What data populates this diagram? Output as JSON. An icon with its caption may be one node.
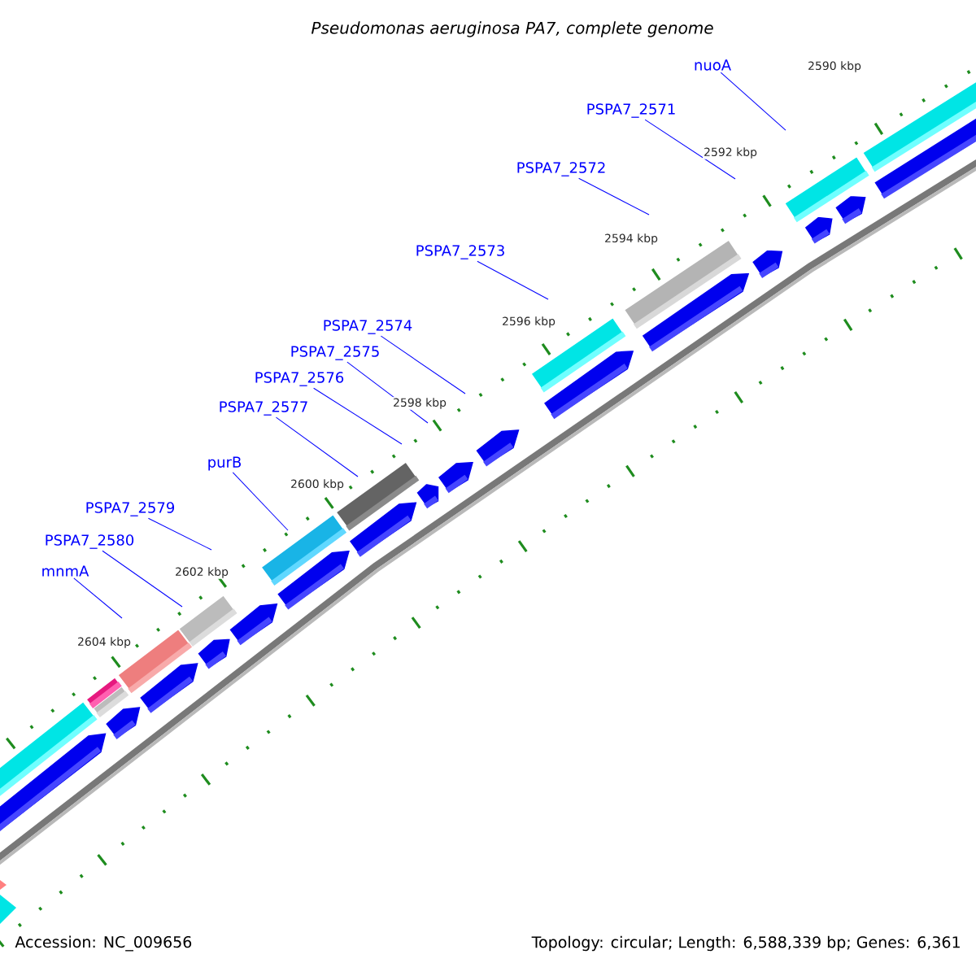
{
  "diagram": {
    "title": "Pseudomonas aeruginosa PA7, complete genome",
    "nodes": [
      {
        "text": [
          "nuoA"
        ]
      },
      {
        "text": [
          "PSPA7_2571"
        ]
      },
      {
        "text": [
          "PSPA7_2572"
        ]
      },
      {
        "text": [
          "PSPA7_2573"
        ]
      },
      {
        "text": [
          "PSPA7_2574"
        ]
      },
      {
        "text": [
          "PSPA7_2575"
        ]
      },
      {
        "text": [
          "PSPA7_2576"
        ]
      },
      {
        "text": [
          "PSPA7_2577"
        ]
      },
      {
        "text": [
          "purB"
        ]
      },
      {
        "text": [
          "PSPA7_2579"
        ]
      },
      {
        "text": [
          "PSPA7_2580"
        ]
      },
      {
        "text": [
          "mnmA"
        ]
      }
    ],
    "edges": [
      {
        "from": 0,
        "to": null,
        "arrow": "none"
      },
      {
        "from": 1,
        "to": null,
        "arrow": "none"
      },
      {
        "from": 2,
        "to": null,
        "arrow": "none"
      },
      {
        "from": 3,
        "to": null,
        "arrow": "none"
      },
      {
        "from": 4,
        "to": null,
        "arrow": "none"
      },
      {
        "from": 5,
        "to": null,
        "arrow": "none"
      },
      {
        "from": 6,
        "to": null,
        "arrow": "none"
      },
      {
        "from": 7,
        "to": null,
        "arrow": "none"
      },
      {
        "from": 8,
        "to": null,
        "arrow": "none"
      },
      {
        "from": 9,
        "to": null,
        "arrow": "none"
      },
      {
        "from": 10,
        "to": null,
        "arrow": "none"
      },
      {
        "from": 11,
        "to": null,
        "arrow": "none"
      }
    ],
    "labels": [
      "2590 kbp",
      "2592 kbp",
      "2594 kbp",
      "2596 kbp",
      "2598 kbp",
      "2600 kbp",
      "2602 kbp",
      "2604 kbp",
      "Accession: NC_009656",
      "Topology: circular; Length: 6,588,339 bp; Genes: 6,361"
    ]
  }
}
